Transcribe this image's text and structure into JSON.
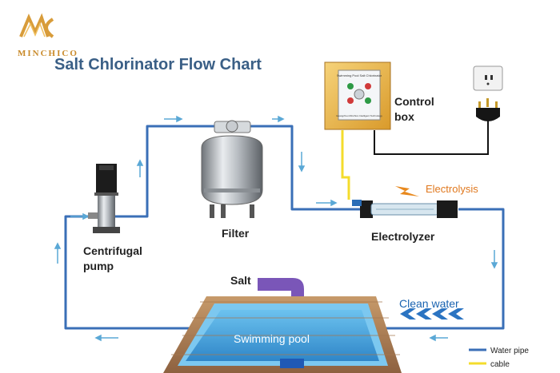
{
  "brand": {
    "name": "MINCHICO"
  },
  "title": "Salt Chlorinator Flow Chart",
  "labels": {
    "control_box": [
      "Control",
      "box"
    ],
    "filter": "Filter",
    "electrolyzer": "Electrolyzer",
    "pump": [
      "Centrifugal",
      "pump"
    ],
    "salt": "Salt",
    "electrolysis": "Electrolysis",
    "clean_water": "Clean water",
    "pool": "Swimming pool"
  },
  "device": {
    "control_panel_title": "Swimming Pool Salt Chlorinator",
    "control_panel_footer": "Guangzhou Minchico Intelligent Technology"
  },
  "legend": [
    {
      "label": "Water pipe",
      "color": "#3a6fb7"
    },
    {
      "label": "cable",
      "color": "#f4dc2c"
    }
  ],
  "colors": {
    "pipe": "#3a6fb7",
    "cable": "#f4dc2c",
    "arrow": "#5aa8d6",
    "title": "#3a5f86",
    "brand": "#c98a2a",
    "electrolysis": "#e0781e",
    "salt_arrow": "#7a56b8",
    "pool_water": "#4a9fd8"
  }
}
